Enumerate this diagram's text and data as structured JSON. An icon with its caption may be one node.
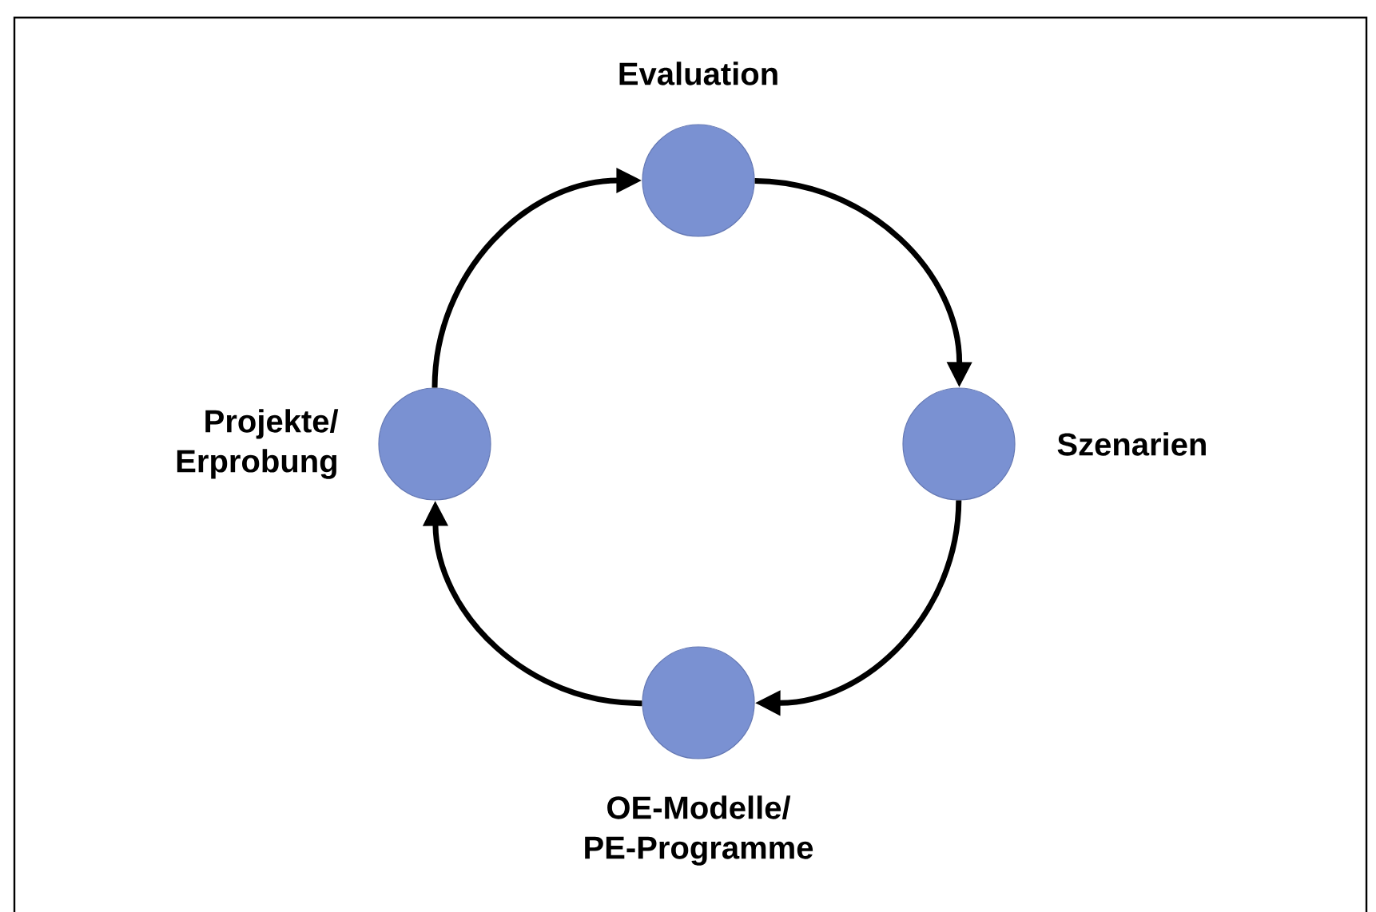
{
  "diagram": {
    "nodes": [
      {
        "text": [
          "Evaluation"
        ]
      },
      {
        "text": [
          "Szenarien"
        ]
      },
      {
        "text": [
          "OE-Modelle/ PE-Programme"
        ]
      },
      {
        "text": [
          "Projekte/ Erprobung"
        ]
      }
    ],
    "edges": [
      {
        "from": 0,
        "to": 1,
        "arrow": "to"
      },
      {
        "from": 1,
        "to": 2,
        "arrow": "to"
      },
      {
        "from": 2,
        "to": 3,
        "arrow": "to"
      },
      {
        "from": 3,
        "to": 0,
        "arrow": "to"
      }
    ]
  }
}
